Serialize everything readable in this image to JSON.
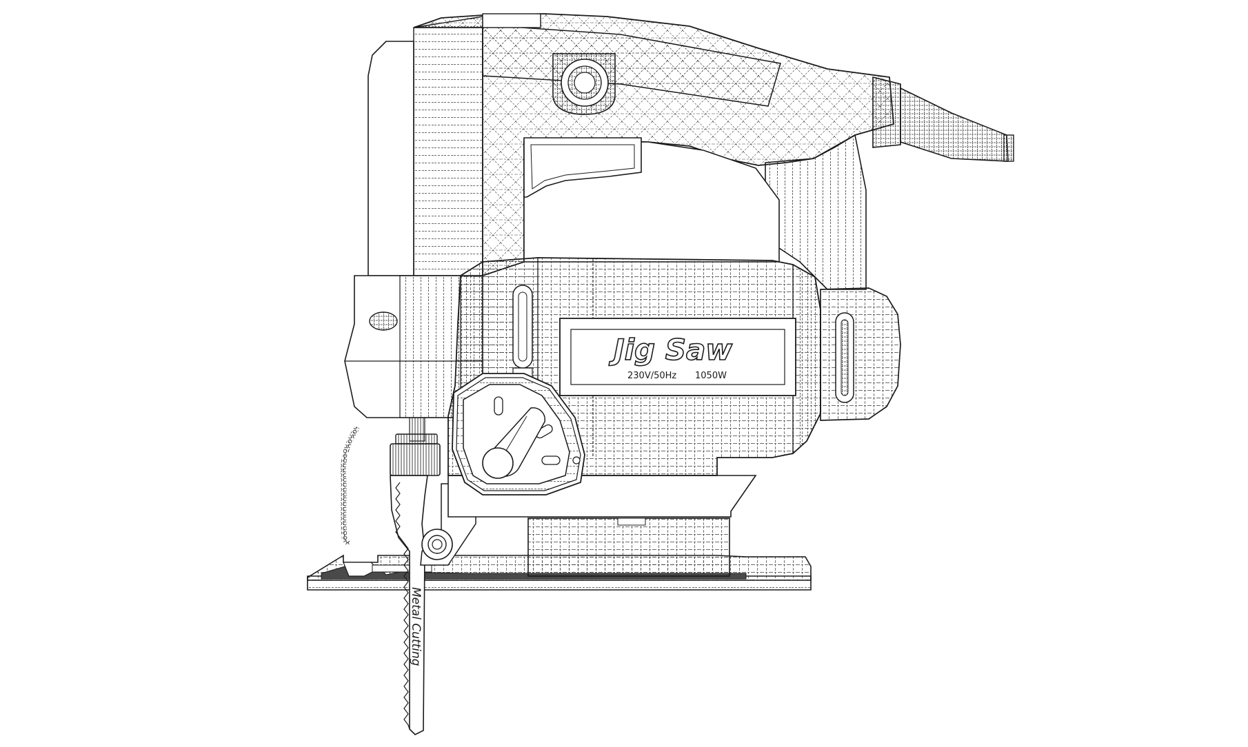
{
  "label_plate": {
    "brand": "Jig Saw",
    "voltage": "230V/50Hz",
    "power": "1050W"
  },
  "blade": {
    "text": "Metal Cutting"
  },
  "colors": {
    "line": "#1a1a1a",
    "mesh": "#3a3a3a",
    "fill": "#ffffff",
    "dark": "#2b2b2b",
    "mid": "#7a7a7a"
  }
}
